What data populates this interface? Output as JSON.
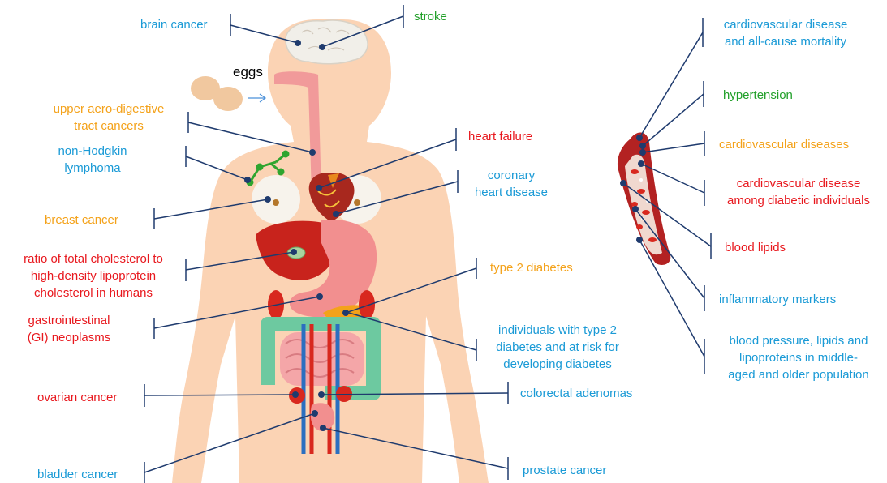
{
  "colors": {
    "blue": "#1a9ad6",
    "green": "#22a02a",
    "orange": "#f4a21a",
    "red": "#e8181e",
    "connector": "#1f3b6e",
    "skin": "#fbd3b4"
  },
  "food": {
    "label": "eggs",
    "icon": "egg-icon"
  },
  "body_labels": {
    "brain_cancer": "brain cancer",
    "stroke": "stroke",
    "upper_aero_1": "upper aero-digestive",
    "upper_aero_2": "tract cancers",
    "nhl_1": "non-Hodgkin",
    "nhl_2": "lymphoma",
    "heart_failure": "heart failure",
    "chd_1": "coronary",
    "chd_2": "heart disease",
    "breast_cancer": "breast cancer",
    "chol_1": "ratio of total cholesterol to",
    "chol_2": "high-density lipoprotein",
    "chol_3": "cholesterol in humans",
    "t2d": "type 2 diabetes",
    "gi_1": "gastrointestinal",
    "gi_2": "(GI) neoplasms",
    "risk_1": "individuals with type 2",
    "risk_2": "diabetes and at risk for",
    "risk_3": "developing diabetes",
    "ovarian": "ovarian cancer",
    "colorectal": "colorectal adenomas",
    "bladder": "bladder cancer",
    "prostate": "prostate cancer"
  },
  "vessel_labels": {
    "cvd_mort_1": "cardiovascular disease",
    "cvd_mort_2": "and all-cause mortality",
    "hypertension": "hypertension",
    "cvd": "cardiovascular diseases",
    "cvd_diab_1": "cardiovascular disease",
    "cvd_diab_2": "among diabetic individuals",
    "lipids": "blood lipids",
    "inflam": "inflammatory markers",
    "bp_1": "blood pressure, lipids and",
    "bp_2": "lipoproteins in middle-",
    "bp_3": "aged and older population"
  }
}
